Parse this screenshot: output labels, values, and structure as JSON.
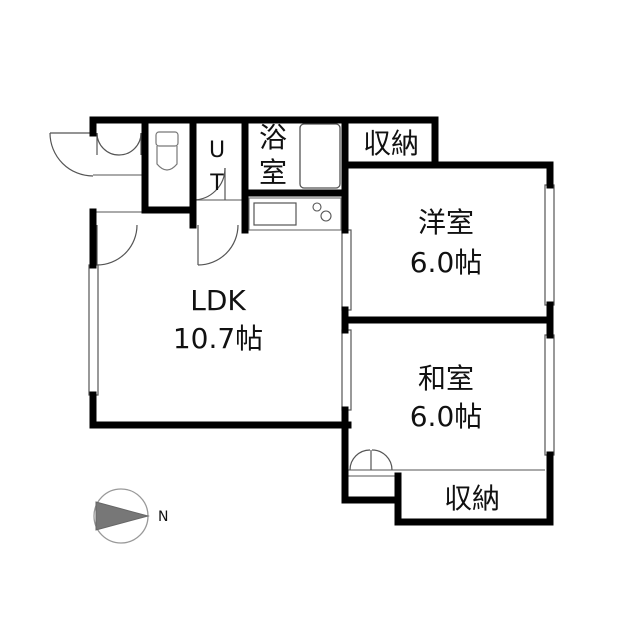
{
  "rooms": {
    "ldk": {
      "name": "LDK",
      "size": "10.7帖"
    },
    "western": {
      "name": "洋室",
      "size": "6.0帖"
    },
    "japanese": {
      "name": "和室",
      "size": "6.0帖"
    },
    "storage_top": {
      "name": "収納"
    },
    "storage_bottom": {
      "name": "収納"
    },
    "bath": {
      "line1": "浴",
      "line2": "室"
    },
    "ut": {
      "line1": "U",
      "line2": "T"
    }
  },
  "compass": {
    "label": "N"
  }
}
